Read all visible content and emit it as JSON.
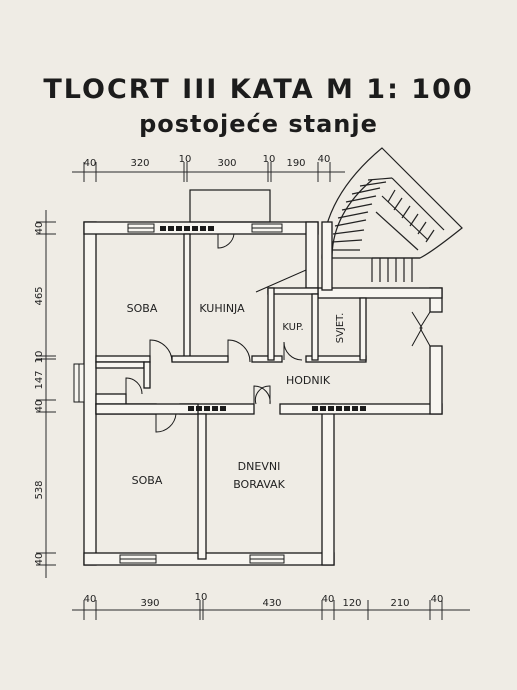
{
  "title": "TLOCRT III KATA M 1: 100",
  "subtitle": "postojeće stanje",
  "rooms": {
    "soba_top": "SOBA",
    "kuhinja": "KUHINJA",
    "kup": "KUP.",
    "svjet": "SVJET.",
    "hodnik": "HODNIK",
    "soba_bottom": "SOBA",
    "dnevni": "DNEVNI",
    "boravak": "BORAVAK"
  },
  "dimensions": {
    "top": [
      "40",
      "320",
      "10",
      "300",
      "10",
      "190",
      "40"
    ],
    "bottom": [
      "40",
      "390",
      "10",
      "430",
      "40",
      "120",
      "210",
      "40"
    ],
    "left": [
      "40",
      "465",
      "10",
      "147",
      "40",
      "538",
      "40"
    ]
  }
}
